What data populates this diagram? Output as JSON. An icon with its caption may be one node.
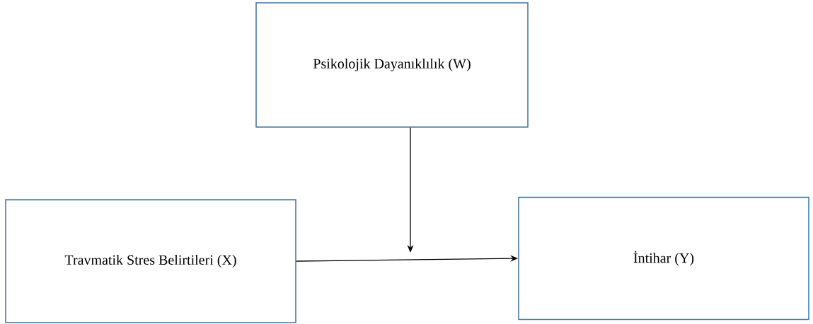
{
  "diagram": {
    "nodes": [
      {
        "text": [
          "Psikolojik Dayanıklılık (W)"
        ]
      },
      {
        "text": [
          "Travmatik Stres Belirtileri (X)"
        ]
      },
      {
        "text": [
          "İntihar (Y)"
        ]
      }
    ],
    "edges": [
      {
        "from": 1,
        "to": 2,
        "arrow": "to"
      },
      {
        "from": 0,
        "to": null,
        "arrow": "to"
      }
    ]
  }
}
